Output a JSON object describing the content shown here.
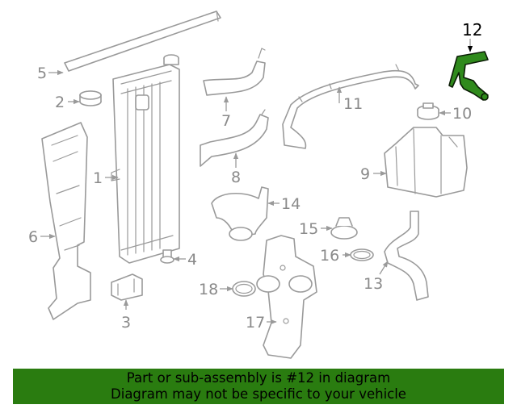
{
  "callouts": {
    "c1": "1",
    "c2": "2",
    "c3": "3",
    "c4": "4",
    "c5": "5",
    "c6": "6",
    "c7": "7",
    "c8": "8",
    "c9": "9",
    "c10": "10",
    "c11": "11",
    "c12": "12",
    "c13": "13",
    "c14": "14",
    "c15": "15",
    "c16": "16",
    "c17": "17",
    "c18": "18"
  },
  "highlight": {
    "part_number": "12",
    "color": "#2f8a1c"
  },
  "banner": {
    "line1": "Part or sub-assembly is #12 in diagram",
    "line2": "Diagram may not be specific to your vehicle",
    "background": "#2a7c10"
  }
}
